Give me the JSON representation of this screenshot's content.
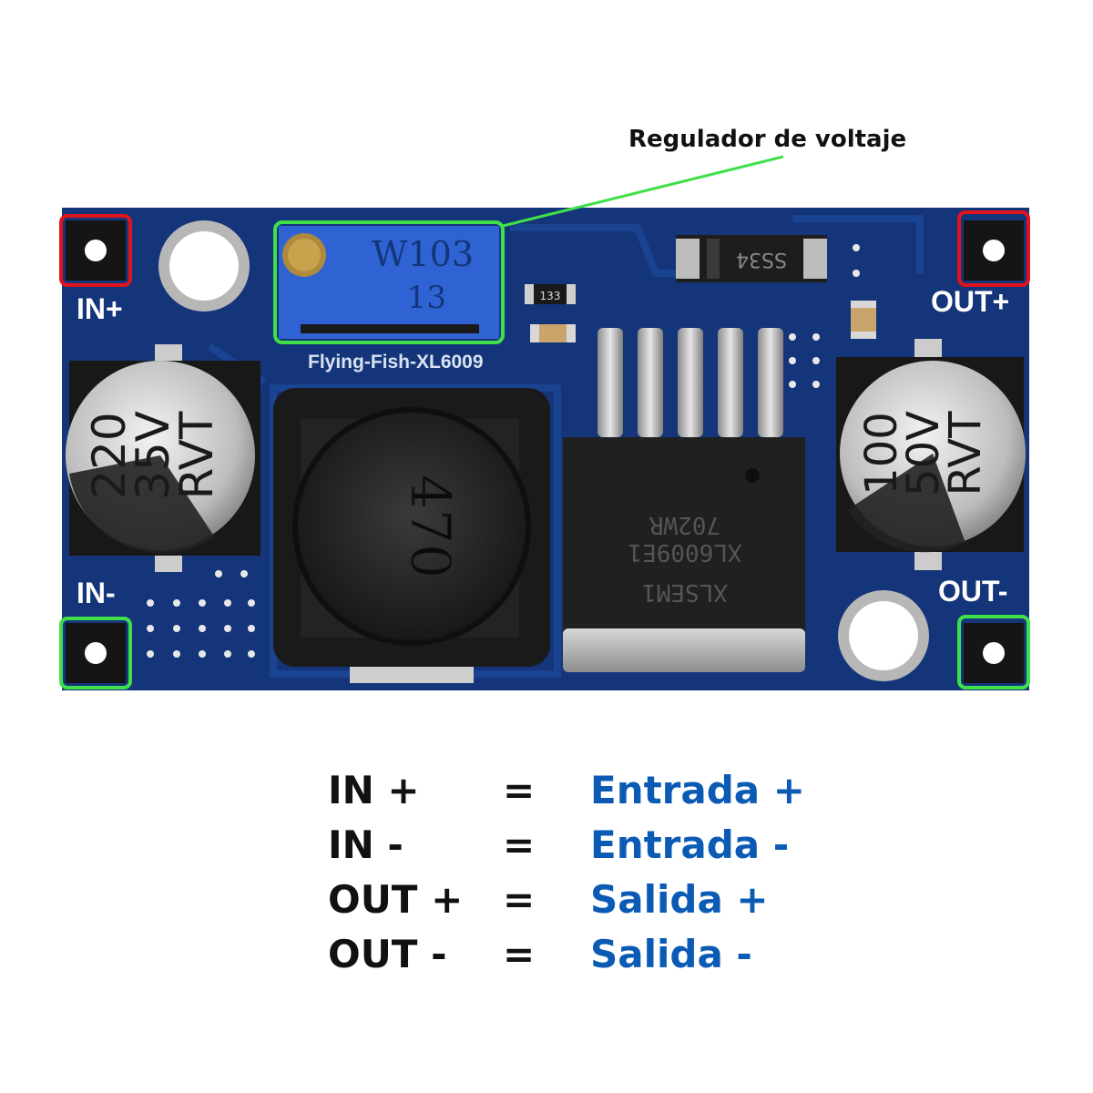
{
  "callout": {
    "label": "Regulador de voltaje"
  },
  "board": {
    "silkscreen": {
      "in_plus": "IN+",
      "in_minus": "IN-",
      "out_plus": "OUT+",
      "out_minus": "OUT-",
      "model": "Flying-Fish-XL6009"
    },
    "potentiometer": {
      "line1": "W103",
      "line2": "13"
    },
    "capacitor_in": {
      "line1": "220",
      "line2": "35V",
      "line3": "RVT"
    },
    "capacitor_out": {
      "line1": "100",
      "line2": "50V",
      "line3": "RVT"
    },
    "inductor": {
      "marking": "470"
    },
    "diode": {
      "marking": "SS34"
    },
    "resistor": {
      "marking": "133"
    },
    "ic": {
      "line1": "702WR",
      "line2": "XL6009E1",
      "line3": "XLSEM1"
    }
  },
  "colors": {
    "pcb": "#14357a",
    "highlight_red": "#e0141c",
    "highlight_green": "#3fe04a",
    "legend_blue": "#0b5bb5"
  },
  "legend": [
    {
      "term": "IN +",
      "eq": "=",
      "meaning": "Entrada +"
    },
    {
      "term": "IN -",
      "eq": "=",
      "meaning": "Entrada -"
    },
    {
      "term": "OUT +",
      "eq": "=",
      "meaning": "Salida +"
    },
    {
      "term": "OUT -",
      "eq": "=",
      "meaning": "Salida -"
    }
  ]
}
